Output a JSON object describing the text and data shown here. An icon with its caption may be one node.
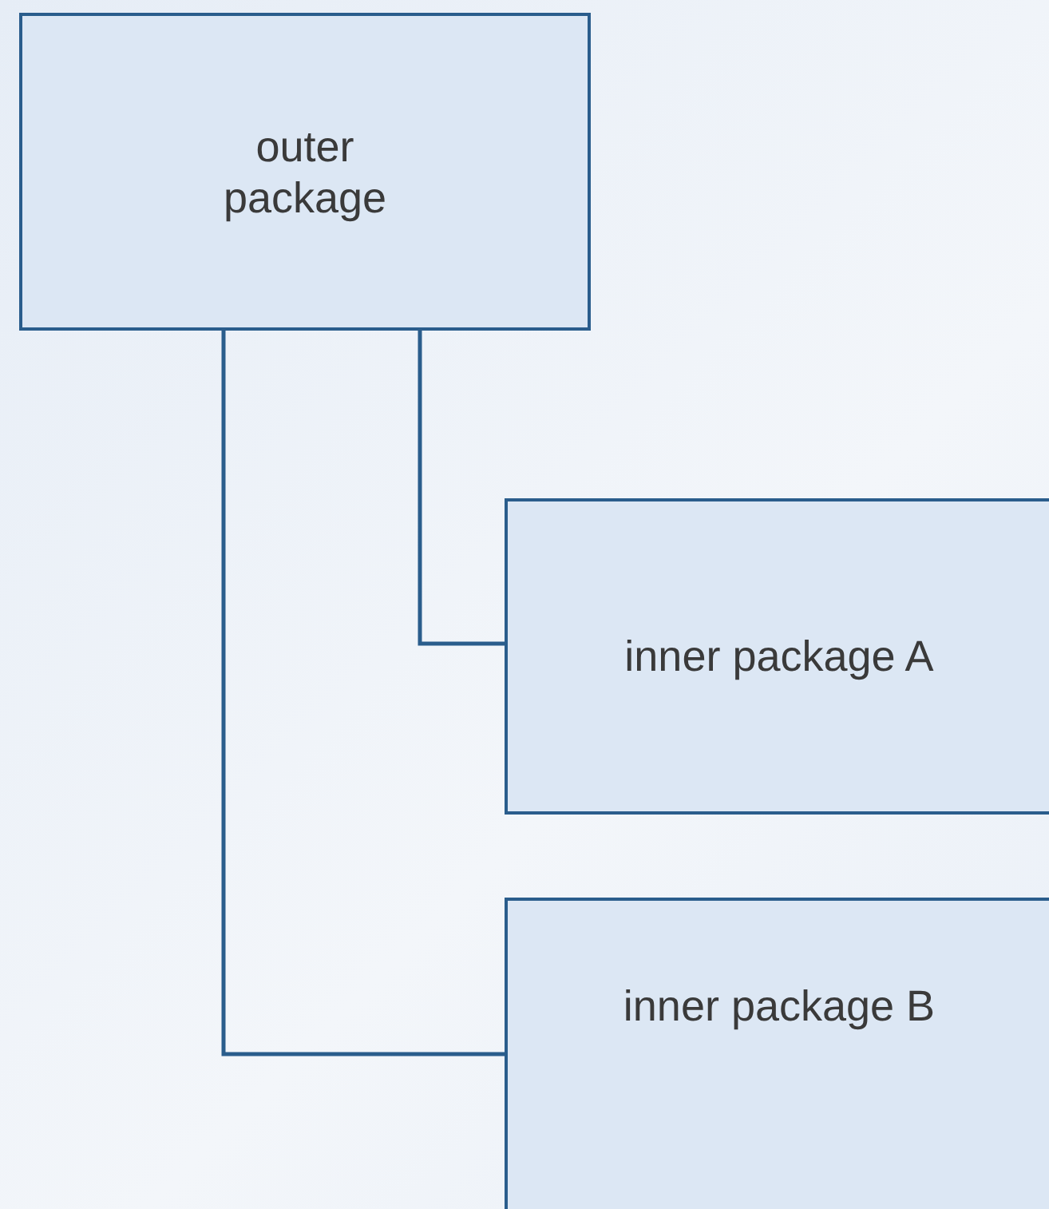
{
  "diagram": {
    "nodes": [
      {
        "text": [
          "outer package"
        ]
      },
      {
        "text": [
          "inner package A"
        ]
      },
      {
        "text": [
          "inner package B"
        ]
      }
    ],
    "edges": [
      {
        "from": 0,
        "to": 1,
        "arrow": "none"
      },
      {
        "from": 0,
        "to": 2,
        "arrow": "none"
      }
    ]
  }
}
